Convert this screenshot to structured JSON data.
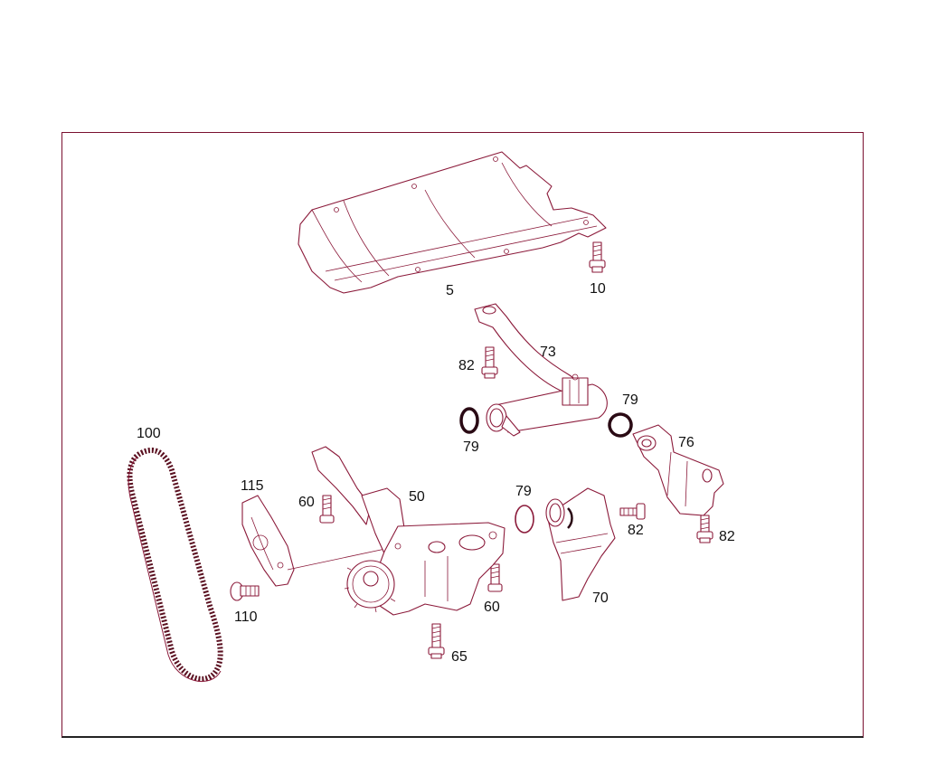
{
  "callouts": {
    "c5": "5",
    "c10": "10",
    "c82a": "82",
    "c73": "73",
    "c79a": "79",
    "c79b": "79",
    "c76": "76",
    "c100": "100",
    "c115": "115",
    "c60a": "60",
    "c50": "50",
    "c79c": "79",
    "c82b": "82",
    "c82c": "82",
    "c110": "110",
    "c60b": "60",
    "c70": "70",
    "c65": "65"
  },
  "colors": {
    "line": "#8b1a3a",
    "frame": "#7a1030",
    "text": "#111111"
  }
}
